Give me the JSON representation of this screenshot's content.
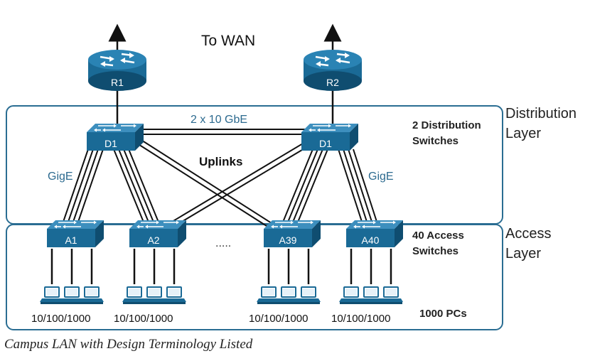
{
  "diagram": {
    "wan_label": "To WAN",
    "routers": [
      {
        "label": "R1",
        "icon": "router-icon"
      },
      {
        "label": "R2",
        "icon": "router-icon"
      }
    ],
    "distribution": {
      "switches": [
        {
          "label": "D1",
          "icon": "switch-icon"
        },
        {
          "label": "D1",
          "icon": "switch-icon"
        }
      ],
      "interlink_label": "2 x 10 GbE",
      "uplinks_label": "Uplinks",
      "gige_left": "GigE",
      "gige_right": "GigE",
      "count_line1": "2 Distribution",
      "count_line2": "Switches",
      "layer_line1": "Distribution",
      "layer_line2": "Layer"
    },
    "access": {
      "switches": [
        {
          "label": "A1",
          "icon": "switch-icon"
        },
        {
          "label": "A2",
          "icon": "switch-icon"
        },
        {
          "label": "A39",
          "icon": "switch-icon"
        },
        {
          "label": "A40",
          "icon": "switch-icon"
        }
      ],
      "ellipsis": ".....",
      "count_line1": "40 Access",
      "count_line2": "Switches",
      "layer_line1": "Access",
      "layer_line2": "Layer"
    },
    "pc_groups": [
      {
        "speed": "10/100/1000",
        "icon": "pc-icon"
      },
      {
        "speed": "10/100/1000",
        "icon": "pc-icon"
      },
      {
        "speed": "10/100/1000",
        "icon": "pc-icon"
      },
      {
        "speed": "10/100/1000",
        "icon": "pc-icon"
      }
    ],
    "pcs_label": "1000 PCs",
    "caption": "Campus LAN with Design Terminology Listed",
    "colors": {
      "device": "#1a6a96",
      "device_dark": "#0f4d70",
      "frame": "#2a6d92",
      "accent_text": "#2c6a8f"
    }
  }
}
